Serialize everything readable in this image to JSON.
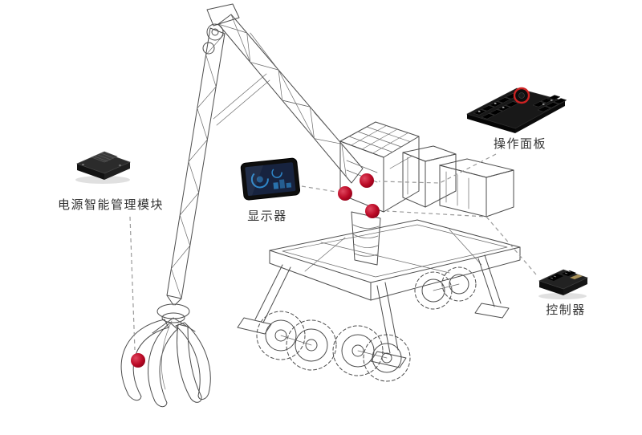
{
  "diagram": {
    "labels": {
      "power_module": "电源智能管理模块",
      "display": "显示器",
      "control_panel": "操作面板",
      "controller": "控制器"
    },
    "hotspots": [
      {
        "id": "grapple-hotspot"
      },
      {
        "id": "cab-left-hotspot"
      },
      {
        "id": "cab-top-hotspot"
      },
      {
        "id": "cab-lower-hotspot"
      }
    ],
    "colors": {
      "hotspot_red": "#bb0a26",
      "connector_gray": "#9a9a9a",
      "label_text": "#333333",
      "wireframe": "#4d4d4d",
      "background": "#ffffff"
    }
  }
}
